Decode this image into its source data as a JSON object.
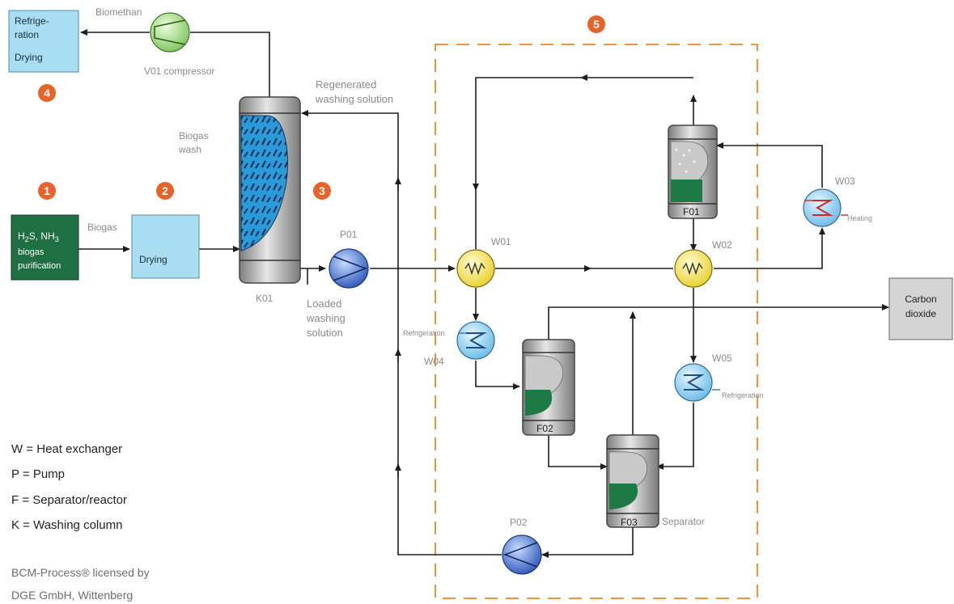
{
  "steps": [
    "1",
    "2",
    "3",
    "4",
    "5"
  ],
  "boxes": {
    "purification": {
      "formula_h2s": "H2S, NH3",
      "line2": "biogas",
      "line3": "purification"
    },
    "drying_main": "Drying",
    "refrigeration_drying": {
      "line1": "Refrige-",
      "line2": "ration",
      "line3": "Drying"
    },
    "carbon_dioxide": {
      "line1": "Carbon",
      "line2": "dioxide"
    }
  },
  "labels": {
    "biomethan": "Biomethan",
    "v01": "V01 compressor",
    "regen_1": "Regenerated",
    "regen_2": "washing solution",
    "biogas_wash_1": "Biogas",
    "biogas_wash_2": "wash",
    "biogas": "Biogas",
    "p01": "P01",
    "k01": "K01",
    "loaded_1": "Loaded",
    "loaded_2": "washing",
    "loaded_3": "solution",
    "w01": "W01",
    "w02": "W02",
    "w03": "W03",
    "w04": "W04",
    "w05": "W05",
    "f01": "F01",
    "f02": "F02",
    "f03": "F03",
    "p02": "P02",
    "heating": "Heating",
    "refrigeration_w04": "Refrigeration",
    "refrigeration_w05": "Refrigeration",
    "separator": "Separator"
  },
  "legend": [
    "W = Heat exchanger",
    "P = Pump",
    "F = Separator/reactor",
    "K = Washing column"
  ],
  "credit": {
    "line1": "BCM-Process® licensed by",
    "line2": "DGE GmbH, Wittenberg"
  },
  "colors": {
    "step_badge": "#e8632a",
    "green_box": "#1f6f43",
    "light_blue_box": "#a9ddf2",
    "dashed_frame": "#f0923b",
    "exchanger_yellow": "#f7e55c",
    "exchanger_blue": "#8fd0ef",
    "pump_blue": "#3b6fd0",
    "vessel_grey": "#a9a9a9",
    "liquid_green": "#1e7a45",
    "co2_box": "#d4d4d4"
  }
}
